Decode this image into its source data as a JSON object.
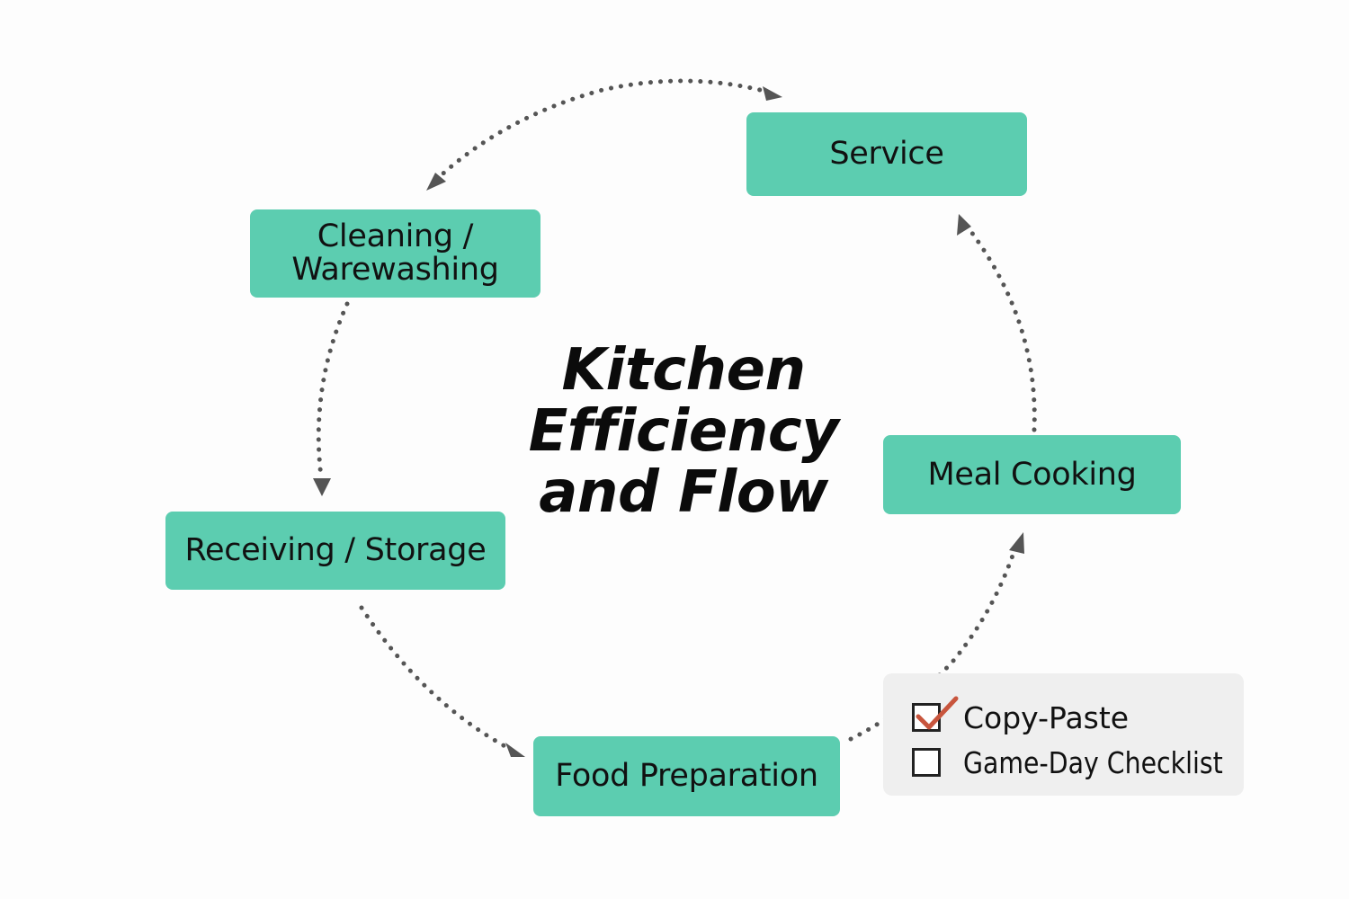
{
  "diagram": {
    "title": "Kitchen\nEfficiency\nand Flow",
    "nodes": {
      "service": "Service",
      "cleaning": "Cleaning /\nWarewashing",
      "receiving": "Receiving / Storage",
      "food_preparation": "Food Preparation",
      "meal_cooking": "Meal Cooking"
    },
    "colors": {
      "node_fill": "#5ccdb0",
      "arrow": "#555555",
      "checkmark": "#c8553d"
    }
  },
  "checklist": {
    "items": [
      {
        "label": "Copy-Paste",
        "checked": true
      },
      {
        "label": "Game-Day Checklist",
        "checked": false
      }
    ]
  }
}
